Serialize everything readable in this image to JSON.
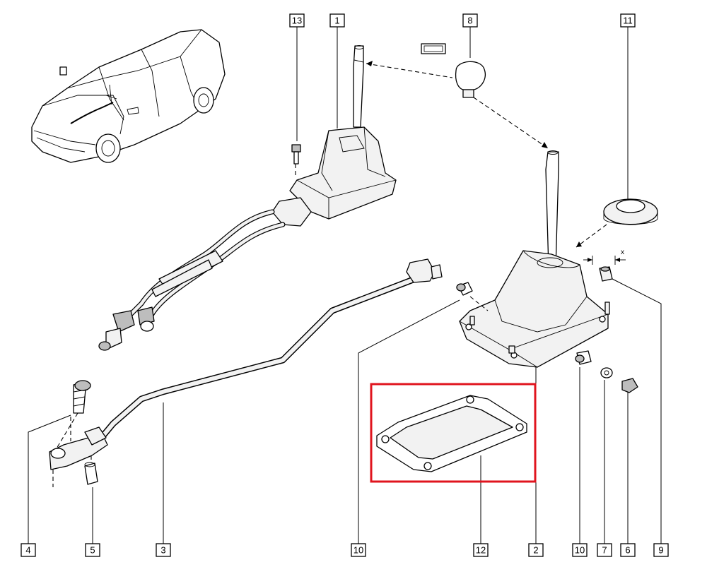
{
  "diagram": {
    "callouts": {
      "c13": "13",
      "c1": "1",
      "c8": "8",
      "c11": "11",
      "c4": "4",
      "c5": "5",
      "c3": "3",
      "c10a": "10",
      "c12": "12",
      "c2": "2",
      "c10b": "10",
      "c7": "7",
      "c6": "6",
      "c9": "9"
    },
    "dimension_label": "x",
    "colors": {
      "highlight": "#e0141e",
      "line": "#000000",
      "background": "#ffffff"
    },
    "highlighted_part": "12"
  }
}
